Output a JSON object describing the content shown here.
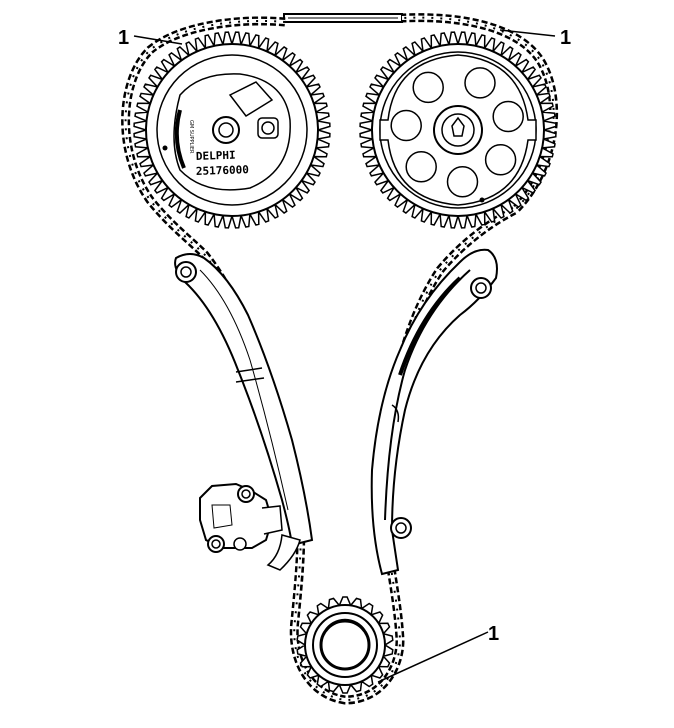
{
  "callouts": {
    "top_left": "1",
    "top_right": "1",
    "bottom": "1"
  },
  "intake_sprocket": {
    "brand": "DELPHI",
    "part_number": "25176000",
    "small_text": "GM SUPPLIER"
  },
  "colors": {
    "line": "#000000",
    "fill": "#ffffff"
  }
}
